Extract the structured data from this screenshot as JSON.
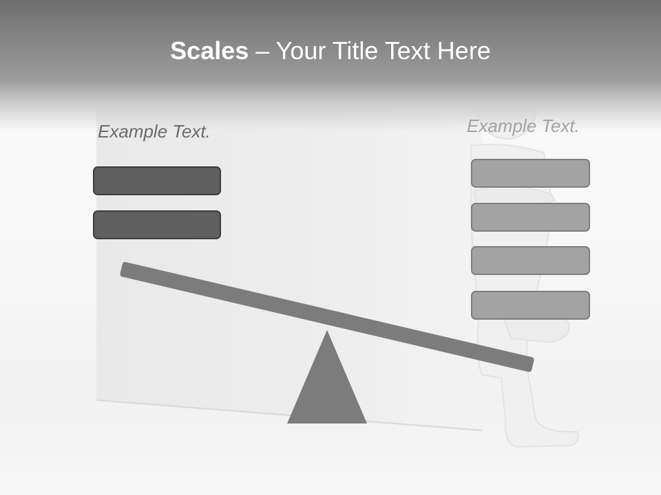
{
  "slide": {
    "title_bold": "Scales",
    "title_rest": " – Your Title Text Here"
  },
  "left_group": {
    "label": "Example Text.",
    "boxes": 2
  },
  "right_group": {
    "label": "Example Text.",
    "boxes": 4
  },
  "colors": {
    "header": "#858585",
    "dark_box": "#5f5f5f",
    "light_box": "#a3a3a3",
    "seesaw": "#7c7c7c"
  }
}
